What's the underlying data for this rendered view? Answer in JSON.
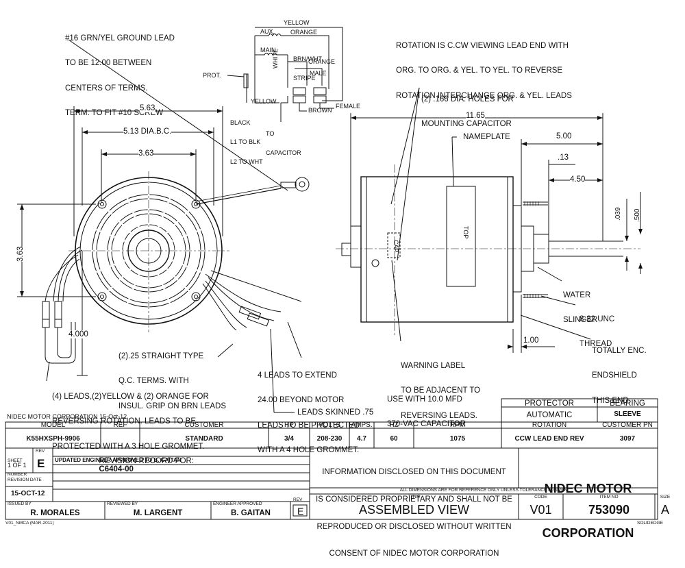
{
  "notes": {
    "ground_lead": [
      "#16 GRN/YEL GROUND LEAD",
      "TO BE 12.00 BETWEEN",
      "CENTERS OF TERMS.",
      "TERM. TO FIT #10 SCREW"
    ],
    "rotation": [
      "ROTATION IS C.CW VIEWING LEAD END WITH",
      "ORG. TO ORG. & YEL. TO YEL. TO REVERSE",
      "ROTATION INTERCHANGE ORG. & YEL. LEADS"
    ],
    "mount_holes": [
      "(2) .166 DIA. HOLES FOR",
      "MOUNTING CAPACITOR"
    ],
    "terms": [
      "(2).25 STRAIGHT TYPE",
      "Q.C. TERMS. WITH",
      "INSUL. GRIP ON BRN LEADS"
    ],
    "four_leads": [
      "4 LEADS TO EXTEND",
      "24.00 BEYOND MOTOR",
      "LEADS TO BE PROTECTED",
      "WITH A 4 HOLE GROMMET."
    ],
    "rev_leads": [
      "(4) LEADS,(2)YELLOW & (2) ORANGE FOR",
      "REVERSING ROTATION. LEADS TO BE",
      "PROTECTED WITH A 3 HOLE GROMMET."
    ],
    "warning": [
      "WARNING LABEL",
      "TO BE ADJACENT TO",
      "REVERSING LEADS."
    ],
    "capacitor": [
      "USE WITH 10.0 MFD",
      "370-VAC CAPACITOR"
    ],
    "leads_skinned": "LEADS SKINNED .75",
    "water_slinger": [
      "WATER",
      "SLINGER"
    ],
    "thread": [
      "8-32 UNC",
      "THREAD"
    ],
    "endshield": [
      "TOTALLY ENC.",
      "ENDSHIELD",
      "THIS END"
    ],
    "nameplate": "NAMEPLATE",
    "top": "TOP",
    "company_line": "NIDEC MOTOR CORPORATION 15-Oct-12"
  },
  "wiring": {
    "yellow": "YELLOW",
    "aux": "AUX.",
    "orange_top": "ORANGE",
    "main": "MAIN",
    "brn_wht": [
      "BRN/WHT",
      "STRIPE"
    ],
    "orange": "ORANGE",
    "male": "MALE",
    "prot": "PROT.",
    "white": "WHITE",
    "yellow_low": "YELLOW",
    "brown": "BROWN",
    "female": "FEMALE",
    "black": [
      "BLACK",
      "L1 TO BLK",
      "L2 TO WHT"
    ],
    "to_cap": [
      "TO",
      "CAPACITOR"
    ]
  },
  "dims": {
    "d563": "5.63",
    "d513": "5.13 DIA.B.C.",
    "d363h": "3.63",
    "d363v": "3.63",
    "d4000": "4.000",
    "d1165": "11.65",
    "d500": "5.00",
    "d13": ".13",
    "d450": "4.50",
    "d039": ".039",
    "d0500": ".500",
    "d100": "1.00"
  },
  "protector_table": {
    "headers": [
      "PROTECTOR",
      "BEARING"
    ],
    "values": [
      "AUTOMATIC",
      "SLEEVE"
    ]
  },
  "spec_table": {
    "headers": [
      "MODEL",
      "REF",
      "CUSTOMER",
      "HP",
      "VOLTS",
      "AMPS.",
      "HZ",
      "RPM",
      "ROTATION",
      "CUSTOMER PN"
    ],
    "values": [
      "K55HXSPH-9906",
      "",
      "STANDARD",
      "3/4",
      "208-230",
      "4.7",
      "60",
      "1075",
      "CCW LEAD END REV",
      "3097"
    ]
  },
  "revision": {
    "sheet_label": [
      "SHEET",
      "NUMBER"
    ],
    "sheet_value": "1 OF 1",
    "rev_label": "REV",
    "rev_value": "E",
    "record_title": "REVISION RECORD FOR:",
    "record_id": "C6404-00",
    "record_line": "UPDATED ENGINEER APPROVED TO B. GAITAN",
    "date_label": "REVISION DATE",
    "date_value": "15-OCT-12"
  },
  "disclaimer": [
    "INFORMATION DISCLOSED ON THIS DOCUMENT",
    "IS CONSIDERED PROPRIETARY AND SHALL NOT BE",
    "REPRODUCED OR DISCLOSED WITHOUT WRITTEN",
    "CONSENT OF NIDEC MOTOR CORPORATION"
  ],
  "company": [
    "NIDEC MOTOR",
    "CORPORATION"
  ],
  "reference_note": "ALL DIMENSIONS ARE FOR REFERENCE ONLY UNLESS TOLERANCE IS GIVEN",
  "signoff": {
    "issued_label": "ISSUED BY",
    "issued_value": "R. MORALES",
    "reviewed_label": "REVIEWED BY",
    "reviewed_value": "M. LARGENT",
    "approved_label": "ENGINEER APPROVED",
    "approved_value": "B. GAITAN",
    "rev_label": "REV",
    "rev_value": "E"
  },
  "title_block": {
    "title_label": "TITLE",
    "title_value": "ASSEMBLED VIEW",
    "code_label": "CODE",
    "code_value": "V01",
    "item_label": "ITEM NO",
    "item_value": "753090",
    "size_label": "SIZE",
    "size_value": "A"
  },
  "footer": {
    "left": "V01_NMCA (MAR-2011)",
    "right": "SOLIDEDGE"
  }
}
